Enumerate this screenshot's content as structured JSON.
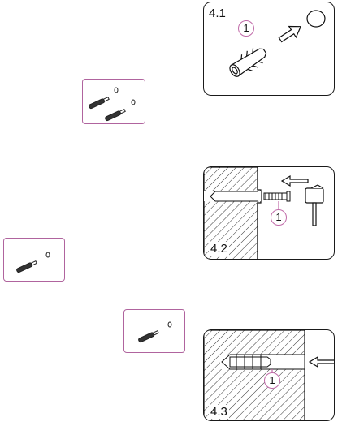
{
  "thumbnails": [
    {
      "id": "two-dowels"
    },
    {
      "id": "one-dowel-left"
    },
    {
      "id": "one-dowel-right"
    }
  ],
  "steps": [
    {
      "label": "4.1",
      "callout": "1"
    },
    {
      "label": "4.2",
      "callout": "1"
    },
    {
      "label": "4.3",
      "callout": "1"
    }
  ],
  "colors": {
    "accent": "#c06aa8",
    "line": "#1a1a1a"
  }
}
